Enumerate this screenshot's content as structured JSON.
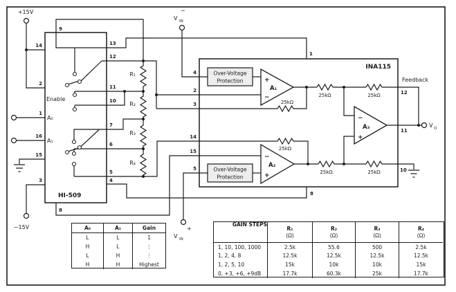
{
  "figure": {
    "power_pos": "+15V",
    "power_neg": "−15V",
    "feedback": "Feedback",
    "vin_neg": {
      "base": "V",
      "sub": "IN",
      "sign": "−"
    },
    "vin_pos": {
      "base": "V",
      "sub": "IN",
      "sign": "+"
    },
    "vout": {
      "base": "V",
      "sub": "O"
    }
  },
  "hi509": {
    "name": "HI-509",
    "enable": "Enable",
    "a0": "A₀",
    "a1": "A₁",
    "pins": {
      "p1": "1",
      "p2": "2",
      "p3": "3",
      "p4": "4",
      "p5": "5",
      "p6": "6",
      "p7": "7",
      "p8": "8",
      "p9": "9",
      "p10": "10",
      "p11": "11",
      "p12": "12",
      "p13": "13",
      "p14": "14",
      "p15": "15",
      "p16": "16"
    }
  },
  "ina115": {
    "name": "INA115",
    "ovp_line1": "Over-Voltage",
    "ovp_line2": "Protection",
    "a1": "A₁",
    "a2": "A₂",
    "a3": "A₃",
    "plus": "+",
    "minus": "−",
    "r25k": "25kΩ",
    "pins": {
      "p1": "1",
      "p2": "2",
      "p3": "3",
      "p4": "4",
      "p5": "5",
      "p8": "8",
      "p10": "10",
      "p11": "11",
      "p12": "12",
      "p14": "14",
      "p15": "15"
    }
  },
  "ladder": {
    "r1": "R₁",
    "r2": "R₂",
    "r3": "R₃",
    "r4": "R₄"
  },
  "logic_table": {
    "h_a0": "A₀",
    "h_a1": "A₁",
    "h_gain": "Gain",
    "rows": [
      [
        "L",
        "L",
        "1"
      ],
      [
        "H",
        "L",
        "⋮"
      ],
      [
        "L",
        "H",
        "⋮"
      ],
      [
        "H",
        "H",
        "Highest"
      ]
    ]
  },
  "gain_table": {
    "title": "GAIN STEPS",
    "columns": [
      {
        "name": "R₁",
        "unit": "(Ω)"
      },
      {
        "name": "R₂",
        "unit": "(Ω)"
      },
      {
        "name": "R₃",
        "unit": "(Ω)"
      },
      {
        "name": "R₄",
        "unit": "(Ω)"
      }
    ],
    "rows": [
      {
        "steps": "1, 10, 100, 1000",
        "r1": "2.5k",
        "r2": "55.6",
        "r3": "500",
        "r4": "2.5k"
      },
      {
        "steps": "1, 2, 4, 8",
        "r1": "12.5k",
        "r2": "12.5k",
        "r3": "12.5k",
        "r4": "12.5k"
      },
      {
        "steps": "1, 2, 5, 10",
        "r1": "15k",
        "r2": "10k",
        "r3": "10k",
        "r4": "15k"
      },
      {
        "steps": "0, +3, +6, +9dB",
        "r1": "17.7k",
        "r2": "60.3k",
        "r3": "25k",
        "r4": "17.7k"
      }
    ]
  }
}
